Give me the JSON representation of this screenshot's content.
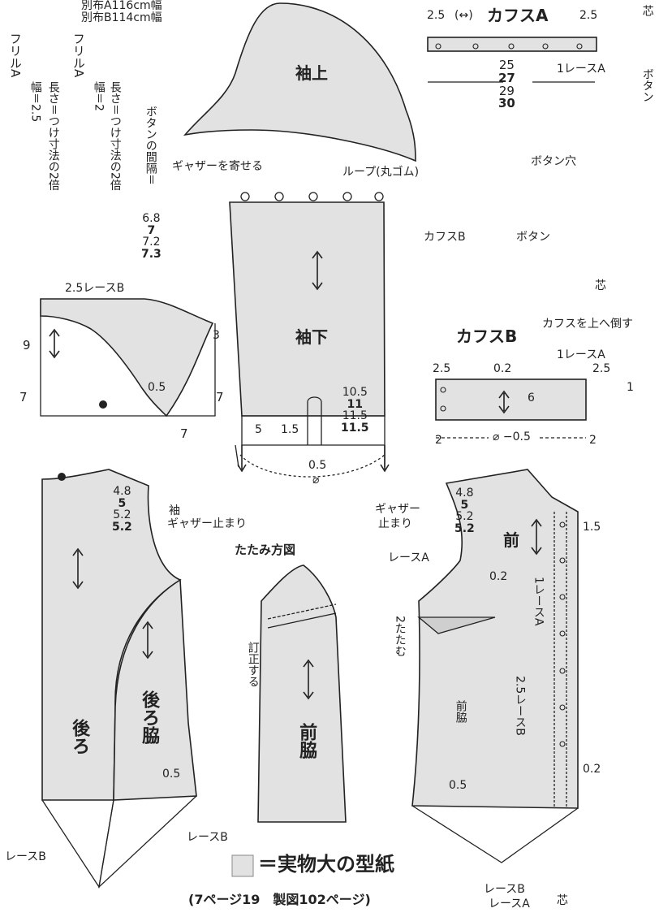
{
  "fabric": {
    "line1": "別布A116cm幅",
    "line2": "別布B114cm幅"
  },
  "legend": {
    "swatch_fill": "#e2e2e2",
    "text": "＝実物大の型紙",
    "source": "(7ページ19　製図102ページ)"
  },
  "colors": {
    "pattern_fill": "#e2e2e2",
    "line": "#222222"
  },
  "frill_a": {
    "title": "フリルA",
    "width": "幅＝2.5",
    "length": "長さ＝つけ寸法の2倍"
  },
  "frill_b": {
    "title": "フリルA",
    "width": "幅＝2",
    "length": "長さ＝つけ寸法の2倍"
  },
  "button_spacing": {
    "label": "ボタンの間隔＝",
    "sizes": [
      "6.8",
      "7",
      "7.2",
      "7.3"
    ]
  },
  "sleeve_top": {
    "label": "袖上",
    "gather": "ギャザーを寄せる"
  },
  "loop": "ループ(丸ゴム)",
  "cuff_a": {
    "title": "カフスA",
    "left_margin": "2.5",
    "right_margin": "2.5",
    "arrow": "(↔)",
    "lace": "1レースA",
    "interfacing": "芯",
    "button": "ボタン",
    "sizes": [
      "25",
      "27",
      "29",
      "30"
    ]
  },
  "button_detail": {
    "buttonhole": "ボタン穴",
    "cuff_b": "カフスB",
    "button": "ボタン",
    "interfacing": "芯",
    "fold_up": "カフスを上へ倒す"
  },
  "cuff_b": {
    "title": "カフスB",
    "left_margin": "2.5",
    "right_margin": "2.5",
    "offset": "0.2",
    "lace": "1レースA",
    "height": "6",
    "edge": "1",
    "bottom_left": "2",
    "bottom_right": "2",
    "circ": "⌀ −0.5"
  },
  "collar": {
    "lace": "2.5レースB",
    "left_height": "9",
    "bottom_left": "7",
    "right_top": "3",
    "right_side": "7",
    "bottom_right": "7",
    "notch": "0.5"
  },
  "sleeve_under": {
    "label": "袖下",
    "slit_sizes": [
      "10.5",
      "11",
      "11.5",
      "11.5"
    ],
    "hem": "5",
    "slit_width": "1.5",
    "bottom": "0.5",
    "circ": "⌀"
  },
  "back": {
    "label": "後ろ",
    "sizes": [
      "4.8",
      "5",
      "5.2",
      "5.2"
    ],
    "sleeve_note_1": "袖",
    "sleeve_note_2": "ギャザー止まり",
    "lace": "レースB"
  },
  "back_side": {
    "label": "後ろ脇",
    "hem": "0.5",
    "lace": "レースB"
  },
  "fold_diagram": {
    "title": "たたみ方図",
    "correct": "訂正する",
    "label": "前脇"
  },
  "front": {
    "label": "前",
    "sizes": [
      "4.8",
      "5",
      "5.2",
      "5.2"
    ],
    "gather_1": "ギャザー",
    "gather_2": "止まり",
    "lace_a": "レースA",
    "offset": "0.2",
    "fold": "2たたむ",
    "front_side": "前脇",
    "lace_label": "1レースA",
    "lace_b": "2.5レースB",
    "edge": "1.5",
    "hem_offset": "0.2",
    "hem": "0.5",
    "bottom_lace_b": "レースB",
    "bottom_lace_a": "レースA",
    "interfacing": "芯"
  }
}
